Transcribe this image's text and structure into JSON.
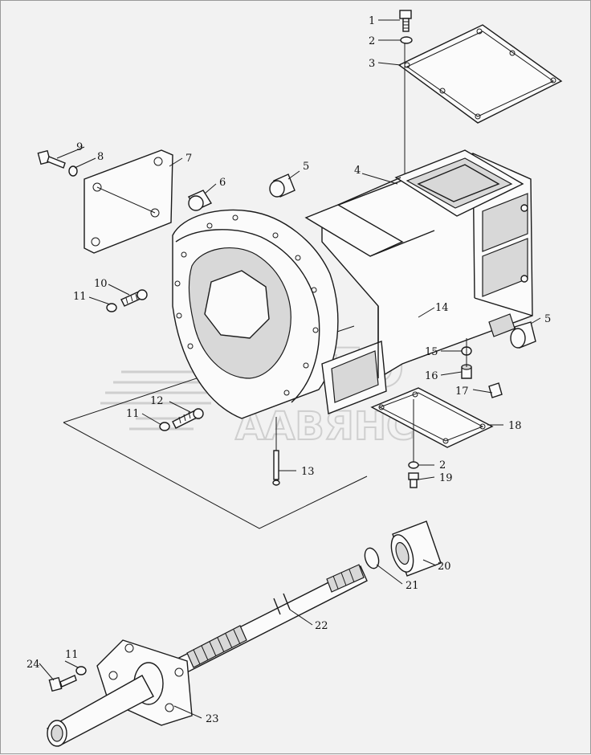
{
  "watermark": {
    "line1": "АВТО",
    "line2": "ААВЯНС"
  },
  "callouts": [
    "1",
    "2",
    "3",
    "4",
    "5",
    "6",
    "7",
    "8",
    "9",
    "10",
    "11",
    "12",
    "13",
    "14",
    "15",
    "16",
    "17",
    "18",
    "19",
    "20",
    "21",
    "22",
    "23",
    "24"
  ]
}
